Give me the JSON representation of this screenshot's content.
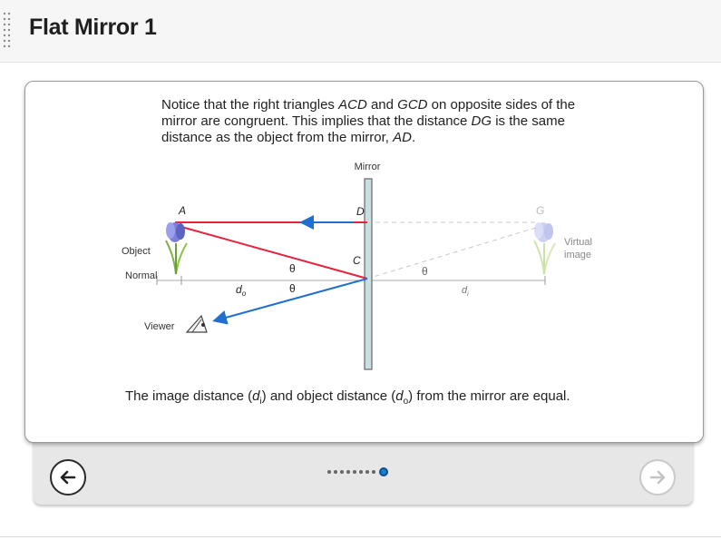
{
  "header": {
    "title": "Flat Mirror 1"
  },
  "slide": {
    "intro": {
      "t1": "Notice that the right triangles ",
      "acd": "ACD",
      "t2": " and ",
      "gcd": "GCD",
      "t3": " on opposite sides of the mirror are congruent. This implies that the distance ",
      "dg": "DG",
      "t4": " is the same distance as the object from the mirror, ",
      "ad": "AD",
      "t5": "."
    },
    "diagram": {
      "mirror_label": "Mirror",
      "point_a": "A",
      "point_d": "D",
      "point_c": "C",
      "point_g": "G",
      "object_label": "Object",
      "normal_label": "Normal",
      "viewer_label": "Viewer",
      "virtual_label_1": "Virtual",
      "virtual_label_2": "image",
      "theta": "θ",
      "do_label": "d",
      "do_sub": "o",
      "di_label": "d",
      "di_sub": "i"
    },
    "caption": {
      "t1": "The image distance (",
      "di": "d",
      "di_sub": "i",
      "t2": ") and object distance (",
      "do": "d",
      "do_sub": "o",
      "t3": ") from the mirror are equal."
    }
  },
  "navigation": {
    "prev_icon": "arrow-left-icon",
    "next_icon": "arrow-right-icon",
    "total_slides": 9,
    "current_slide": 9
  },
  "colors": {
    "ray_red": "#e8213d",
    "ray_blue": "#1f6fd0",
    "mirror_fill": "#c9dfe3",
    "active_dot": "#1a7fd4"
  }
}
